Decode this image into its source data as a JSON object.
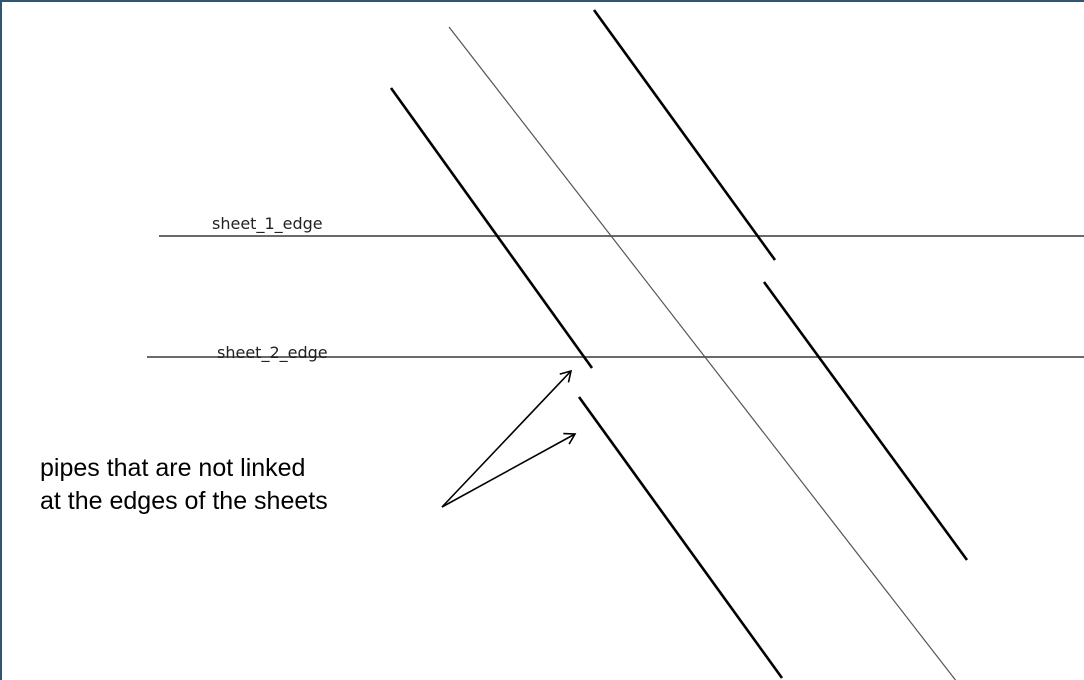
{
  "labels": {
    "sheet_1_edge": "sheet_1_edge",
    "sheet_2_edge": "sheet_2_edge"
  },
  "callout": {
    "line1": "pipes that are not linked",
    "line2": "at the edges of the sheets"
  },
  "colors": {
    "frame_border": "#2f5572",
    "edge_line": "#6a6a6a",
    "pipe_line": "#000000",
    "thin_pipe": "#555555"
  }
}
